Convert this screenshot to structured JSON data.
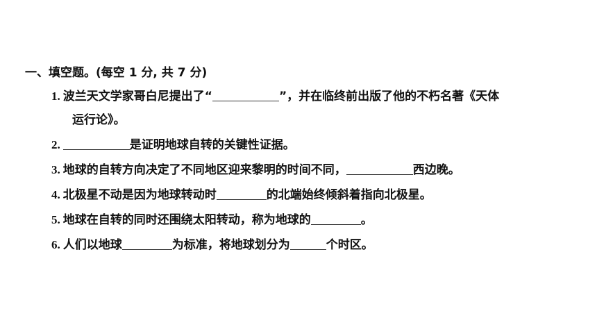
{
  "section": {
    "title": "一、填空题。(每空 1 分, 共 7 分)"
  },
  "questions": [
    {
      "num": "1.",
      "part1": "波兰天文学家哥白尼提出了“",
      "part2": "”，并在临终前出版了他的不朽名著《天体",
      "cont": "运行论》。"
    },
    {
      "num": "2.",
      "part1": "是证明地球自转的关键性证据。"
    },
    {
      "num": "3.",
      "part1": "地球的自转方向决定了不同地区迎来黎明的时间不同，",
      "part2": "西边晚。"
    },
    {
      "num": "4.",
      "part1": "北极星不动是因为地球转动时",
      "part2": "的北端始终倾斜着指向北极星。"
    },
    {
      "num": "5.",
      "part1": "地球在自转的同时还围绕太阳转动，称为地球的",
      "part2": "。"
    },
    {
      "num": "6.",
      "part1": "人们以地球",
      "part2": "为标准，将地球划分为",
      "part3": "个时区。"
    }
  ]
}
